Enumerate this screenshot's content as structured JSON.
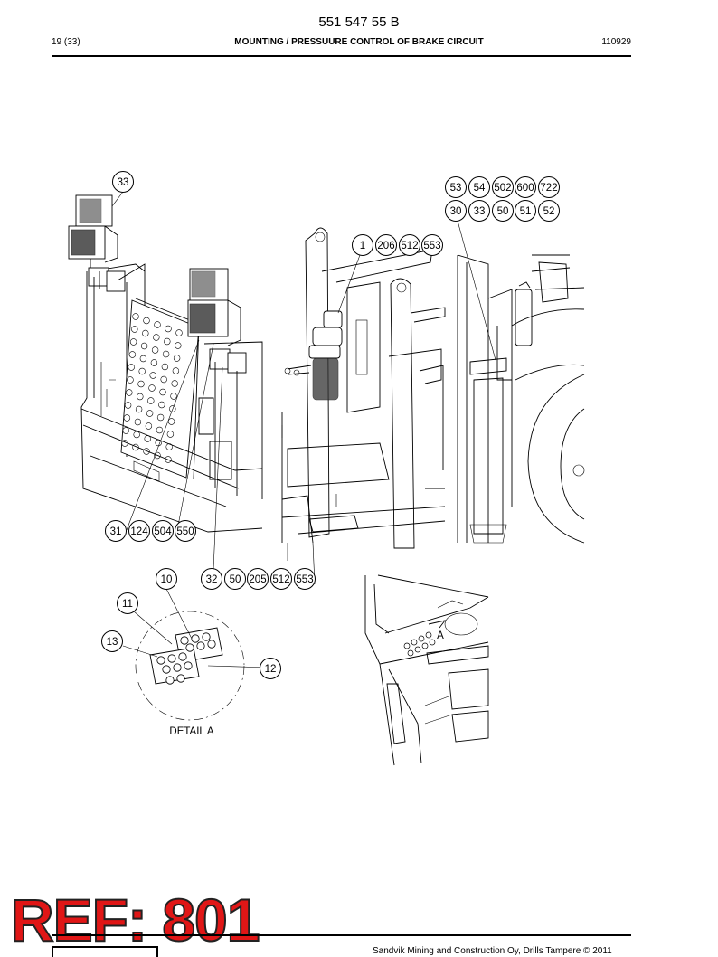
{
  "header": {
    "doc_number": "551 547 55 B",
    "page": "19 (33)",
    "title": "MOUNTING / PRESSUURE CONTROL OF BRAKE CIRCUIT",
    "date": "110929"
  },
  "callouts": {
    "c33_top": "33",
    "c53": "53",
    "c54": "54",
    "c502": "502",
    "c600": "600",
    "c722": "722",
    "c30": "30",
    "c33_right": "33",
    "c50_right": "50",
    "c51": "51",
    "c52": "52",
    "c1": "1",
    "c206": "206",
    "c512_mid": "512",
    "c553_mid": "553",
    "c31": "31",
    "c124": "124",
    "c504": "504",
    "c550": "550",
    "c10": "10",
    "c32": "32",
    "c50_lower": "50",
    "c205": "205",
    "c512_lower": "512",
    "c553_lower": "553",
    "c11": "11",
    "c13": "13",
    "c12": "12"
  },
  "detail_label": "DETAIL A",
  "detail_marker": "A",
  "stamp": "REF: 801",
  "footer": {
    "copyright": "Sandvik Mining and Construction Oy, Drills Tampere © 2011"
  },
  "colors": {
    "stamp": "#e01616",
    "ink": "#000000"
  }
}
